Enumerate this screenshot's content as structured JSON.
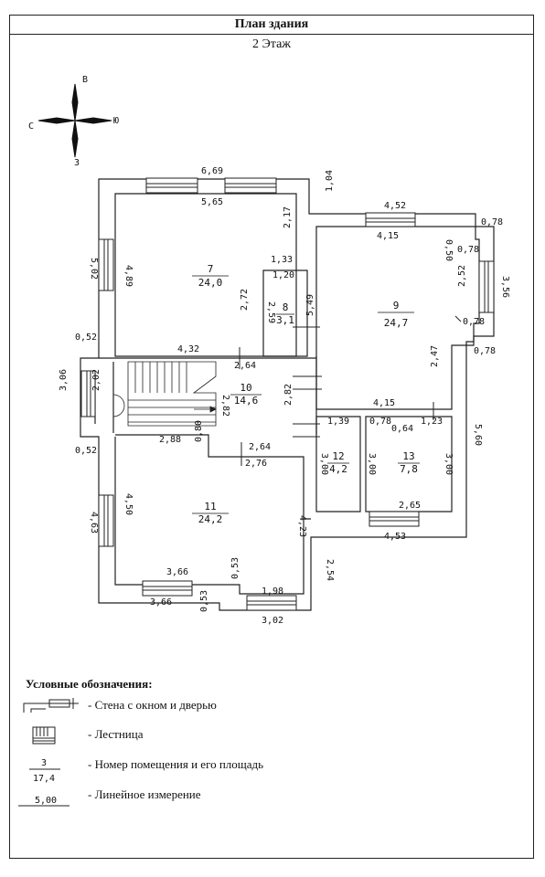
{
  "header": {
    "title": "План здания",
    "floor": "2 Этаж"
  },
  "compass": {
    "n": "В",
    "e": "Ю",
    "s": "З",
    "w": "С"
  },
  "rooms": [
    {
      "id": "room-7",
      "number": "7",
      "area": "24,0"
    },
    {
      "id": "room-8",
      "number": "8",
      "area": "3,1"
    },
    {
      "id": "room-9",
      "number": "9",
      "area": "24,7"
    },
    {
      "id": "room-10",
      "number": "10",
      "area": "14,6"
    },
    {
      "id": "room-11",
      "number": "11",
      "area": "24,2"
    },
    {
      "id": "room-12",
      "number": "12",
      "area": "4,2"
    },
    {
      "id": "room-13",
      "number": "13",
      "area": "7,8"
    }
  ],
  "dimensions": [
    "6,69",
    "5,65",
    "1,04",
    "4,52",
    "0,78",
    "4,15",
    "0,50",
    "0,78",
    "5,02",
    "4,89",
    "2,17",
    "1,33",
    "1,20",
    "2,72",
    "2,59",
    "5,49",
    "2,52",
    "3,56",
    "0,78",
    "0,78",
    "0,52",
    "4,32",
    "2,64",
    "2,47",
    "3,06",
    "2,02",
    "2,82",
    "2,82",
    "4,15",
    "1,39",
    "0,78",
    "0,64",
    "1,23",
    "2,88",
    "0,80",
    "2,64",
    "0,52",
    "2,76",
    "3,00",
    "3,00",
    "3,00",
    "5,60",
    "4,50",
    "4,63",
    "4,23",
    "2,65",
    "4,53",
    "3,66",
    "0,53",
    "1,98",
    "2,54",
    "3,66",
    "0,53",
    "3,02"
  ],
  "legend": {
    "title": "Условные обозначения:",
    "wall": "- Стена с окном и дверью",
    "stairs": "- Лестница",
    "room_number": "- Номер помещения и его площадь",
    "room_sample_number": "3",
    "room_sample_area": "17,4",
    "linear": "- Линейное измерение",
    "linear_sample": "5,00"
  }
}
